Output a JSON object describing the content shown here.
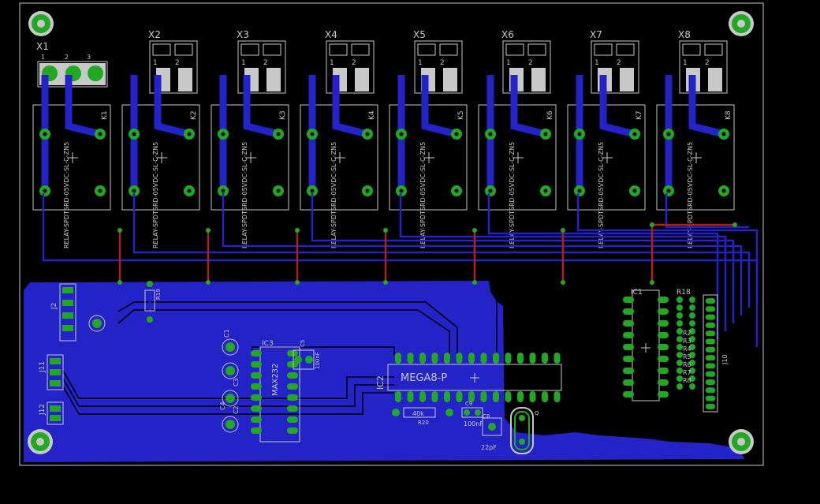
{
  "colors": {
    "background": "#000000",
    "outline": "#c8c8c8",
    "copper_bottom": "#2323c8",
    "copper_dark": "#1a1a9a",
    "pad": "#22a822",
    "via_red": "#b41e1e",
    "silk": "#c8c8c8"
  },
  "connectors": {
    "x1": {
      "name": "X1",
      "pins": [
        "1",
        "2",
        "3"
      ]
    },
    "terminals": [
      {
        "name": "X2",
        "pins": [
          "1",
          "2"
        ]
      },
      {
        "name": "X3",
        "pins": [
          "1",
          "2"
        ]
      },
      {
        "name": "X4",
        "pins": [
          "1",
          "2"
        ]
      },
      {
        "name": "X5",
        "pins": [
          "1",
          "2"
        ]
      },
      {
        "name": "X6",
        "pins": [
          "1",
          "2"
        ]
      },
      {
        "name": "X7",
        "pins": [
          "1",
          "2"
        ]
      },
      {
        "name": "X8",
        "pins": [
          "1",
          "2"
        ]
      }
    ]
  },
  "relays": [
    {
      "name": "K1",
      "part": "RELAY-SPDTSRD-05VDC-SL-C-ZN5"
    },
    {
      "name": "K2",
      "part": "RELAY-SPDTSRD-05VDC-SL-C-ZN5"
    },
    {
      "name": "K3",
      "part": "RELAY-SPDTSRD-05VDC-SL-C-ZN5"
    },
    {
      "name": "K4",
      "part": "RELAY-SPDTSRD-05VDC-SL-C-ZN5"
    },
    {
      "name": "K5",
      "part": "RELAY-SPDTSRD-05VDC-SL-C-ZN5"
    },
    {
      "name": "K6",
      "part": "RELAY-SPDTSRD-05VDC-SL-C-ZN5"
    },
    {
      "name": "K7",
      "part": "RELAY-SPDTSRD-05VDC-SL-C-ZN5"
    },
    {
      "name": "K8",
      "part": "RELAY-SPDTSRD-05VDC-SL-C-ZN5"
    }
  ],
  "parts": {
    "ic1": "IC1",
    "ic2": "IC2",
    "ic2_value": "MEGA8-P",
    "ic3": "IC3",
    "ic3_value": "MAX232",
    "j2": "J2",
    "j10": "J10",
    "j11": "J11",
    "j12": "J12",
    "r18": "R18",
    "r19": "R19",
    "r20": "R20",
    "r20_value": "40k",
    "c1": "C1",
    "c2": "C2",
    "c3": "C3",
    "c4": "C4",
    "c5": "C5",
    "c5_value": "100nF",
    "c8": "C8",
    "c8_value": "22pF",
    "c9": "C9",
    "c9_value": "100nF",
    "q1_value": "Q",
    "r_array_values": [
      "R2",
      "R3",
      "R4",
      "R5",
      "R6",
      "R7",
      "R8"
    ]
  }
}
